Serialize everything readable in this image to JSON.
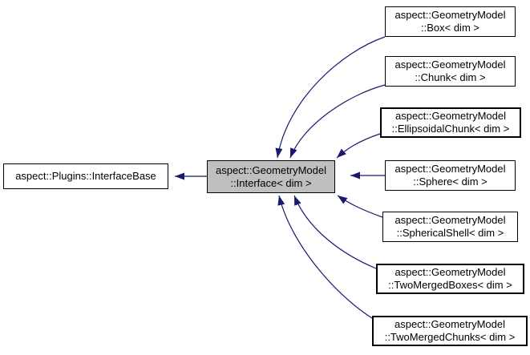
{
  "diagram": {
    "kind": "class-inheritance-graph",
    "colors": {
      "edge": "#191970",
      "node_background": "#ffffff",
      "focus_background": "#bfbfbf",
      "node_border": "#000000"
    },
    "nodes": {
      "base": {
        "label": "aspect::Plugins::InterfaceBase"
      },
      "focus": {
        "label": "aspect::GeometryModel\n::Interface< dim >"
      },
      "derived": [
        {
          "label": "aspect::GeometryModel\n::Box< dim >"
        },
        {
          "label": "aspect::GeometryModel\n::Chunk< dim >"
        },
        {
          "label": "aspect::GeometryModel\n::EllipsoidalChunk< dim >"
        },
        {
          "label": "aspect::GeometryModel\n::Sphere< dim >"
        },
        {
          "label": "aspect::GeometryModel\n::SphericalShell< dim >"
        },
        {
          "label": "aspect::GeometryModel\n::TwoMergedBoxes< dim >"
        },
        {
          "label": "aspect::GeometryModel\n::TwoMergedChunks< dim >"
        }
      ]
    },
    "edges": [
      {
        "from": "aspect::GeometryModel::Interface< dim >",
        "to": "aspect::Plugins::InterfaceBase"
      },
      {
        "from": "aspect::GeometryModel::Box< dim >",
        "to": "aspect::GeometryModel::Interface< dim >"
      },
      {
        "from": "aspect::GeometryModel::Chunk< dim >",
        "to": "aspect::GeometryModel::Interface< dim >"
      },
      {
        "from": "aspect::GeometryModel::EllipsoidalChunk< dim >",
        "to": "aspect::GeometryModel::Interface< dim >"
      },
      {
        "from": "aspect::GeometryModel::Sphere< dim >",
        "to": "aspect::GeometryModel::Interface< dim >"
      },
      {
        "from": "aspect::GeometryModel::SphericalShell< dim >",
        "to": "aspect::GeometryModel::Interface< dim >"
      },
      {
        "from": "aspect::GeometryModel::TwoMergedBoxes< dim >",
        "to": "aspect::GeometryModel::Interface< dim >"
      },
      {
        "from": "aspect::GeometryModel::TwoMergedChunks< dim >",
        "to": "aspect::GeometryModel::Interface< dim >"
      }
    ]
  }
}
